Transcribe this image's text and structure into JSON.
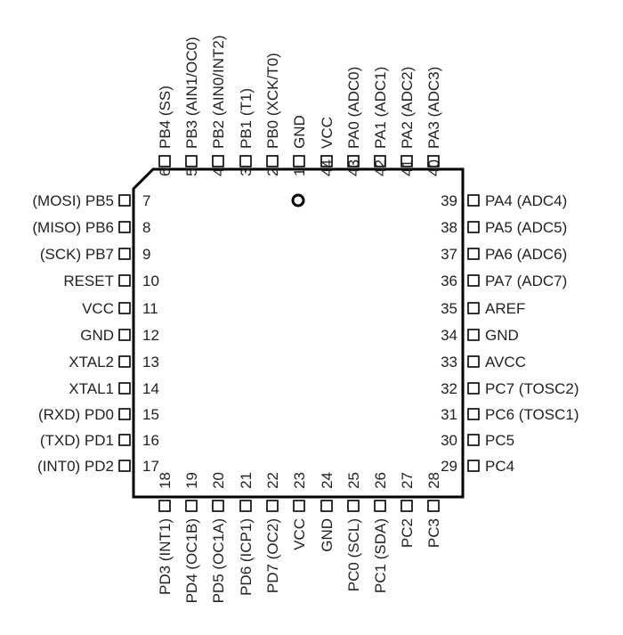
{
  "package": {
    "outline_color": "#000000",
    "pin1_marker": "circle"
  },
  "pins": {
    "top": [
      {
        "num": "6",
        "label": "PB4 (SS)"
      },
      {
        "num": "5",
        "label": "PB3 (AIN1/OC0)"
      },
      {
        "num": "4",
        "label": "PB2 (AIN0/INT2)"
      },
      {
        "num": "3",
        "label": "PB1 (T1)"
      },
      {
        "num": "2",
        "label": "PB0 (XCK/T0)"
      },
      {
        "num": "1",
        "label": "GND"
      },
      {
        "num": "44",
        "label": "VCC"
      },
      {
        "num": "43",
        "label": "PA0 (ADC0)"
      },
      {
        "num": "42",
        "label": "PA1 (ADC1)"
      },
      {
        "num": "41",
        "label": "PA2 (ADC2)"
      },
      {
        "num": "40",
        "label": "PA3 (ADC3)"
      }
    ],
    "left": [
      {
        "num": "7",
        "label": "(MOSI) PB5"
      },
      {
        "num": "8",
        "label": "(MISO) PB6"
      },
      {
        "num": "9",
        "label": "(SCK) PB7"
      },
      {
        "num": "10",
        "label": "RESET"
      },
      {
        "num": "11",
        "label": "VCC"
      },
      {
        "num": "12",
        "label": "GND"
      },
      {
        "num": "13",
        "label": "XTAL2"
      },
      {
        "num": "14",
        "label": "XTAL1"
      },
      {
        "num": "15",
        "label": "(RXD) PD0"
      },
      {
        "num": "16",
        "label": "(TXD) PD1"
      },
      {
        "num": "17",
        "label": "(INT0) PD2"
      }
    ],
    "right": [
      {
        "num": "39",
        "label": "PA4 (ADC4)"
      },
      {
        "num": "38",
        "label": "PA5 (ADC5)"
      },
      {
        "num": "37",
        "label": "PA6 (ADC6)"
      },
      {
        "num": "36",
        "label": "PA7 (ADC7)"
      },
      {
        "num": "35",
        "label": "AREF"
      },
      {
        "num": "34",
        "label": "GND"
      },
      {
        "num": "33",
        "label": "AVCC"
      },
      {
        "num": "32",
        "label": "PC7 (TOSC2)"
      },
      {
        "num": "31",
        "label": "PC6 (TOSC1)"
      },
      {
        "num": "30",
        "label": "PC5"
      },
      {
        "num": "29",
        "label": "PC4"
      }
    ],
    "bottom": [
      {
        "num": "18",
        "label": "PD3 (INT1)"
      },
      {
        "num": "19",
        "label": "PD4 (OC1B)"
      },
      {
        "num": "20",
        "label": "PD5 (OC1A)"
      },
      {
        "num": "21",
        "label": "PD6 (ICP1)"
      },
      {
        "num": "22",
        "label": "PD7 (OC2)"
      },
      {
        "num": "23",
        "label": "VCC"
      },
      {
        "num": "24",
        "label": "GND"
      },
      {
        "num": "25",
        "label": "PC0 (SCL)"
      },
      {
        "num": "26",
        "label": "PC1 (SDA)"
      },
      {
        "num": "27",
        "label": "PC2"
      },
      {
        "num": "28",
        "label": "PC3"
      }
    ]
  }
}
